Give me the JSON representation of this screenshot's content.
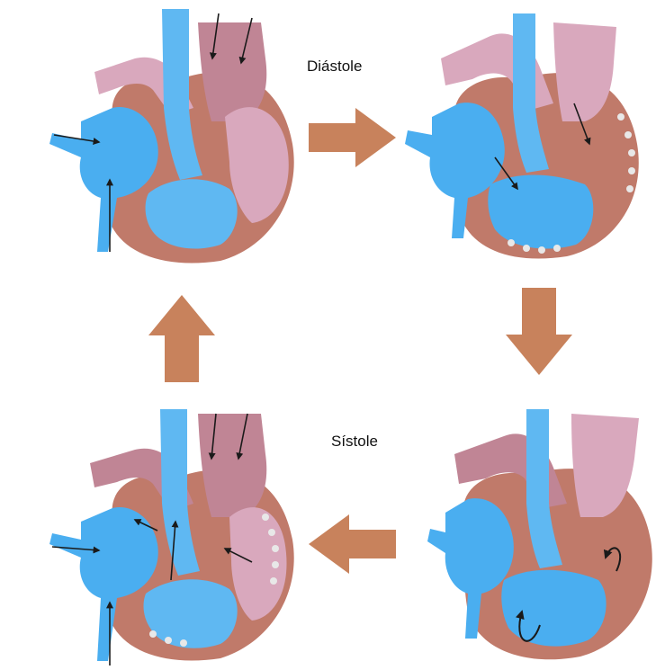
{
  "labels": {
    "diastole": "Diástole",
    "sistole": "Sístole"
  },
  "colors": {
    "muscle": "#c07a6a",
    "blue_blood": "#4aaef0",
    "light_blue": "#5fb8f2",
    "red_vessel": "#c08595",
    "pale_red": "#d9a8bd",
    "cycle_arrow": "#c8825c",
    "flow_arrow": "#1a1a1a",
    "valve_dot": "#e8e8e8"
  },
  "icons": {
    "cycle_arrow": "block-arrow",
    "flow_arrow": "thin-arrow"
  },
  "stages": [
    {
      "id": "top-left",
      "phase": "diastole-atrial-filling"
    },
    {
      "id": "top-right",
      "phase": "diastole-ventricular-filling"
    },
    {
      "id": "bottom-right",
      "phase": "systole-ventricular-contraction"
    },
    {
      "id": "bottom-left",
      "phase": "systole-ejection"
    }
  ]
}
